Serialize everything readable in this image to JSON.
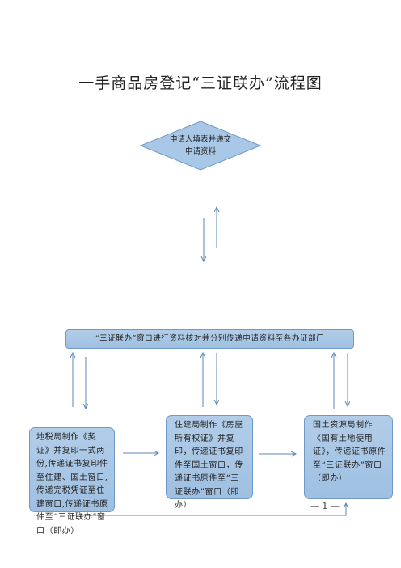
{
  "title": "一手商品房登记“三证联办”流程图",
  "diamond": {
    "line1": "申请人填表并递交",
    "line2": "申请资料"
  },
  "bar": {
    "text": "“三证联办”窗口进行资料核对并分别传递申请资料至各办证部门"
  },
  "box_dishui": {
    "text": "地税局制作《契证》并复印一式两份,传递证书复印件至住建、国土窗口,传递完税凭证至住建窗口,传递证书原件至“三证联办”窗口（即办）"
  },
  "box_zhujian": {
    "text": "住建局制作《房屋所有权证》并复印，传递证书复印件至国土窗口，传递证书原件至“三证联办”窗口（即办）"
  },
  "box_guotu": {
    "text": "国土资源局制作《国有土地使用证》，传递证书原件至“三证联办”窗口（即办）"
  },
  "page_number": "— 1 —",
  "colors": {
    "box_fill": "#a9c7e6",
    "box_border": "#6f9ac7",
    "arrow": "#5b87b8"
  }
}
